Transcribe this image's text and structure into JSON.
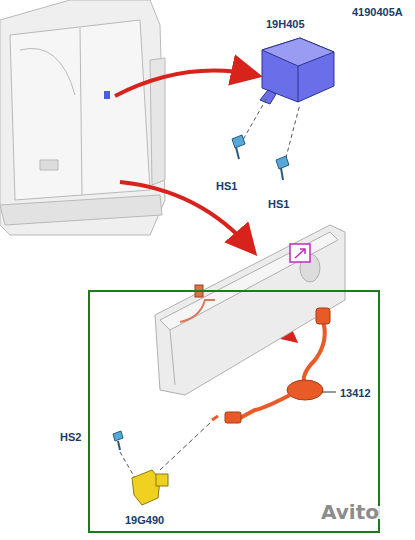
{
  "diagram": {
    "nodes": [
      {
        "text": [
          "13412",
          "19G490"
        ]
      }
    ],
    "labels": [
      "4190405A",
      "19H405",
      "HS1",
      "HS1",
      "HS2",
      "Avito"
    ]
  }
}
